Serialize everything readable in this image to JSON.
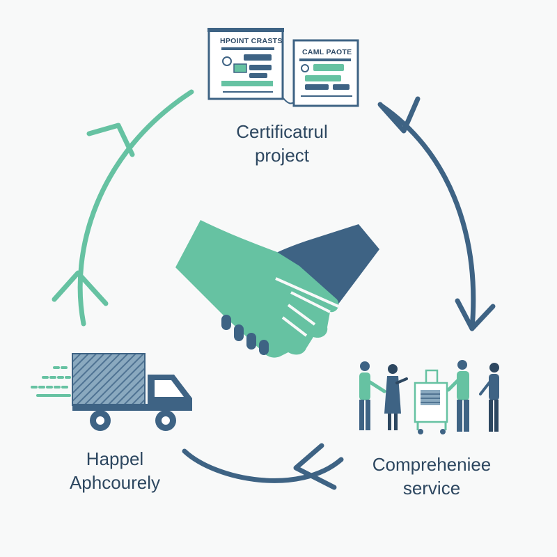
{
  "colors": {
    "navy": "#3e6384",
    "teal": "#66c2a2",
    "dark": "#2d4760",
    "background": "#f8f9f9"
  },
  "icons": {
    "documents": "checklist-documents-icon",
    "center": "handshake-icon",
    "service": "service-team-icon",
    "delivery": "delivery-truck-icon"
  },
  "documents": {
    "left_title": "HPOINT CRASTS",
    "right_title": "CAML PAOTE"
  },
  "stages": {
    "top": {
      "line1": "Certificatrul",
      "line2": "project"
    },
    "right": {
      "line1": "Compreheniee",
      "line2": "service"
    },
    "left": {
      "line1": "Happel",
      "line2": "Aphcourely"
    }
  }
}
